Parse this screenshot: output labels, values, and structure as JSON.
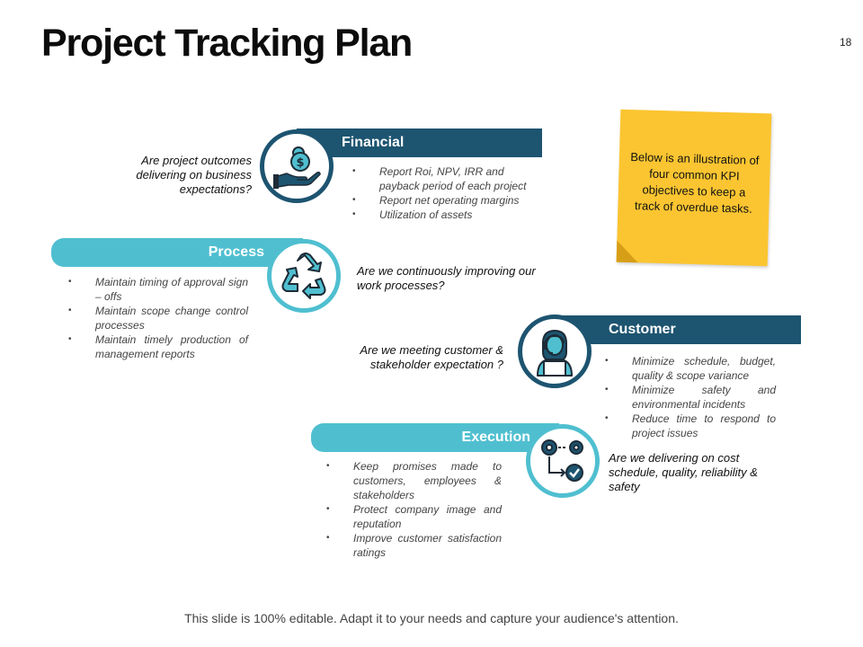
{
  "slide": {
    "title": "Project Tracking Plan",
    "page_number": "18",
    "footer": "This slide is 100% editable. Adapt it to your needs and capture your audience's attention."
  },
  "note": {
    "text": "Below is an illustration of four common KPI objectives to keep a track of overdue tasks."
  },
  "financial": {
    "title": "Financial",
    "question": "Are project outcomes delivering on business expectations?",
    "icon": "money-bag-hand-icon",
    "bullets": [
      "Report Roi, NPV, IRR and payback period of each project",
      "Report net operating margins",
      "Utilization of assets"
    ]
  },
  "process": {
    "title": "Process",
    "question": "Are we continuously improving our work processes?",
    "icon": "recycle-arrows-icon",
    "bullets": [
      "Maintain timing of approval sign – offs",
      "Maintain scope change control processes",
      "Maintain timely production of management reports"
    ]
  },
  "customer": {
    "title": "Customer",
    "question": "Are we meeting customer & stakeholder expectation ?",
    "icon": "support-agent-icon",
    "bullets": [
      "Minimize schedule, budget, quality & scope variance",
      "Minimize safety and environmental incidents",
      "Reduce time to respond to project issues"
    ]
  },
  "execution": {
    "title": "Execution",
    "question": "Are we delivering on cost schedule, quality, reliability & safety",
    "icon": "gears-workflow-icon",
    "bullets": [
      "Keep promises made to customers, employees & stakeholders",
      "Protect company image and reputation",
      "Improve customer satisfaction ratings"
    ]
  },
  "colors": {
    "dark_teal": "#1d5470",
    "light_teal": "#4fbfd0",
    "sticky_note": "#fbc531"
  }
}
